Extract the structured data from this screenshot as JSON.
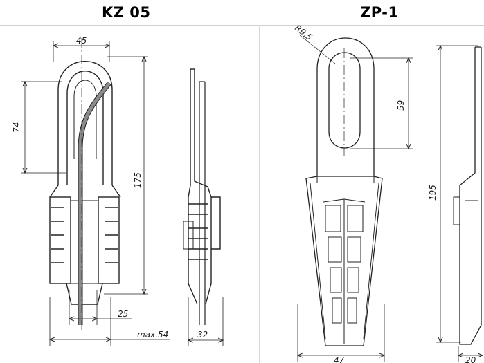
{
  "panels": {
    "left": {
      "title": "KZ 05",
      "dimensions": {
        "width_top": "45",
        "loop_height": "74",
        "total_height": "175",
        "inner_width": "25",
        "side_width": "32",
        "max_width": "max.54"
      }
    },
    "right": {
      "title": "ZP-1",
      "dimensions": {
        "radius": "R9,5",
        "slot_height": "59",
        "total_height": "195",
        "width_bottom": "47",
        "side_width": "20"
      }
    }
  },
  "colors": {
    "line": "#222222",
    "cable": "#8a8a8a",
    "divider": "#d8d8d8"
  }
}
